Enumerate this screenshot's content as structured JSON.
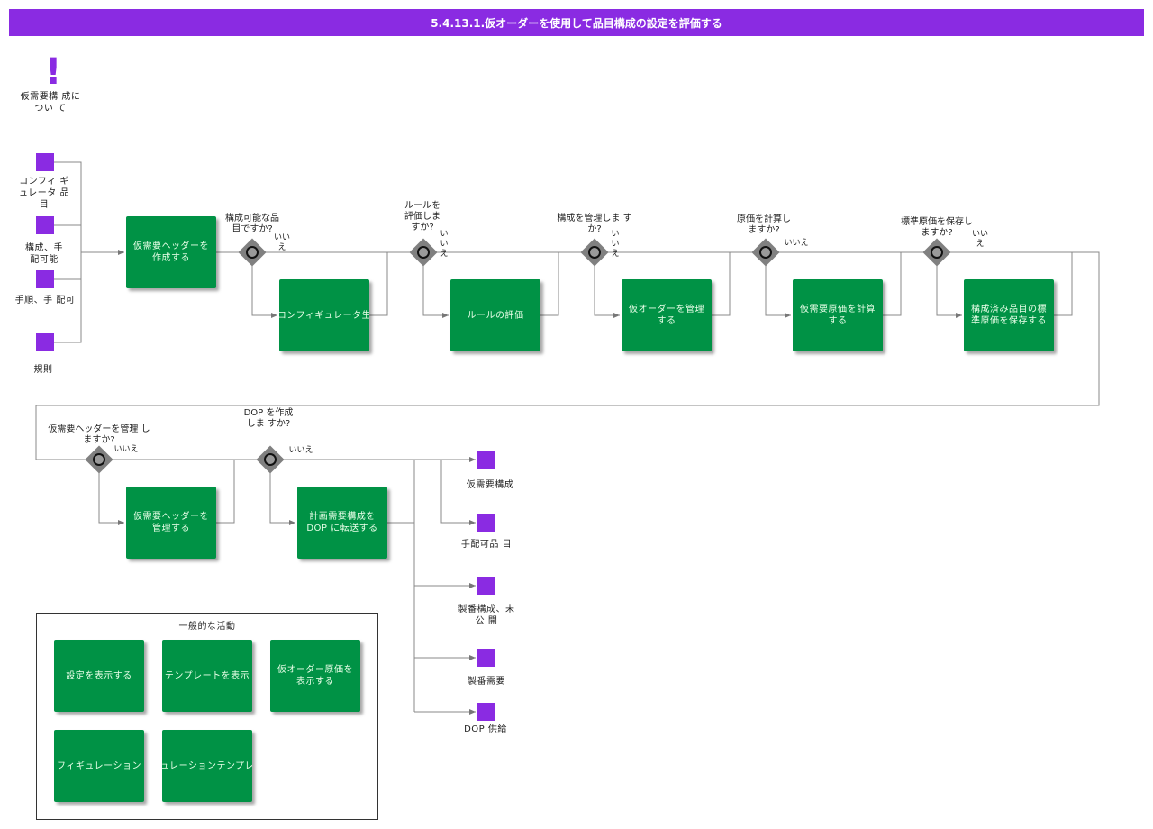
{
  "title": "5.4.13.1.仮オーダーを使用して品目構成の設定を評価する",
  "alert": {
    "label": "仮需要構 成につい て"
  },
  "inputs": [
    "コンフィ ギュレータ 品目",
    "構成、手 配可能",
    "手順、手 配可",
    "規則"
  ],
  "tasks": {
    "create_header": "仮需要ヘッダーを 作成する",
    "configurator": "コンフィギュレータ生",
    "eval_rules": "ルールの評価",
    "manage_order": "仮オーダーを管理 する",
    "calc_cost": "仮需要原価を計算 する",
    "save_cost": "構成済み品目の標 準原価を保存する",
    "manage_header": "仮需要ヘッダーを 管理する",
    "transfer": "計画需要構成を DOP に転送する"
  },
  "gateways": {
    "g1": {
      "q": "構成可能な品 目ですか?",
      "no": "いい え"
    },
    "g2": {
      "q": "ルールを 評価しま すか?",
      "no": "い い え"
    },
    "g3": {
      "q": "構成を管理しま すか?",
      "no": "い い え"
    },
    "g4": {
      "q": "原価を計算し ますか?",
      "no": "いいえ"
    },
    "g5": {
      "q": "標準原価を保存し ますか?",
      "no": "いい え"
    },
    "g6": {
      "q": "仮需要ヘッダーを管理 しますか?",
      "no": "いいえ"
    },
    "g7": {
      "q": "DOP を作成しま すか?",
      "no": "いいえ"
    }
  },
  "outputs": [
    "仮需要構成",
    "手配可品 目",
    "製番構成、未 公 開",
    "製番需要",
    "DOP 供給"
  ],
  "general": {
    "title": "一般的な活動",
    "items": [
      "設定を表示する",
      "テンプレートを表示",
      "仮オーダー原価を 表示する",
      "フィギュレーション",
      "ュレーションテンプレ"
    ]
  },
  "colors": {
    "purple": "#8a2be2",
    "green": "#009245",
    "gateway": "#808080"
  }
}
